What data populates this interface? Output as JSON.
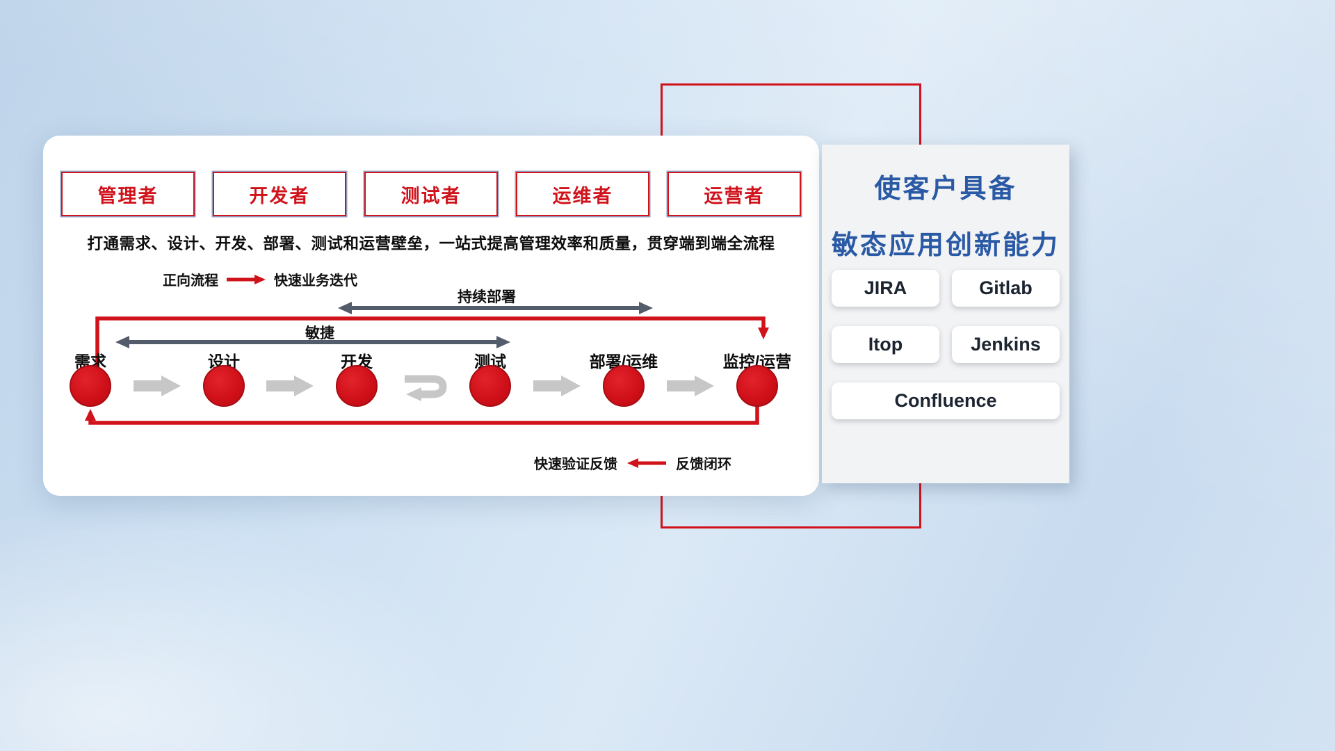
{
  "colors": {
    "red": "#d0121b",
    "blue_title": "#2a5aa5",
    "dark_arrow": "#535c6b",
    "gray_arrow": "#c7c7c7"
  },
  "main_card": {
    "roles": [
      "管理者",
      "开发者",
      "测试者",
      "运维者",
      "运营者"
    ],
    "subtitle": "打通需求、设计、开发、部署、测试和运营壁垒，一站式提高管理效率和质量，贯穿端到端全流程",
    "forward_legend": {
      "label": "正向流程",
      "desc": "快速业务迭代"
    },
    "cd_label": "持续部署",
    "agile_label": "敏捷",
    "stages": [
      "需求",
      "设计",
      "开发",
      "测试",
      "部署/运维",
      "监控/运营"
    ],
    "feedback_legend": {
      "label": "快速验证反馈",
      "desc": "反馈闭环"
    }
  },
  "right_panel": {
    "title_line1": "使客户具备",
    "title_line2": "敏态应用创新能力",
    "tools": [
      "JIRA",
      "Gitlab",
      "Itop",
      "Jenkins",
      "Confluence"
    ]
  }
}
